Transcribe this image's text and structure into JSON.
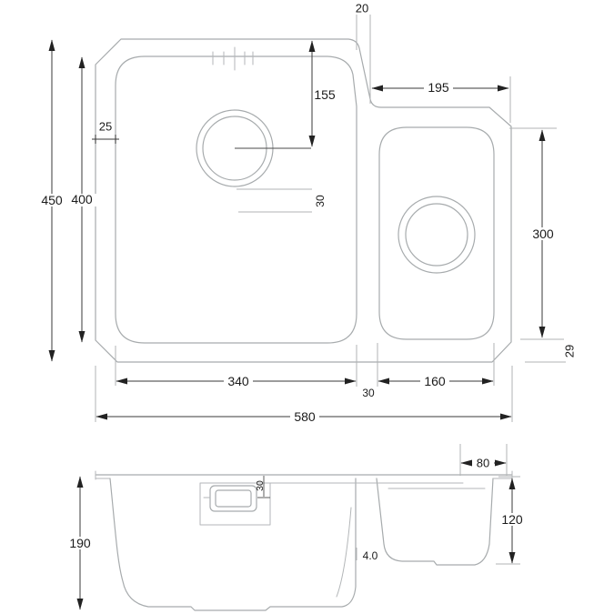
{
  "dimensions": {
    "top_view": {
      "overall_depth": "450",
      "main_bowl_inner_depth": "400",
      "left_rim": "25",
      "drain_from_top": "155",
      "drain_lines_gap": "30",
      "step_width": "20",
      "small_section_width": "195",
      "small_bowl_inner_depth": "300",
      "bottom_right_rim": "29",
      "main_bowl_width": "340",
      "divider_width": "30",
      "small_bowl_width": "160",
      "overall_width": "580"
    },
    "side_view": {
      "main_bowl_depth": "190",
      "overflow_from_rim": "30",
      "right_section_width": "80",
      "small_bowl_depth": "120",
      "wall_thickness": "4.0"
    }
  },
  "colors": {
    "geometry_line": "#a7abad",
    "dimension_line": "#3a3a3a",
    "text": "#1b1b1b",
    "background": "#ffffff"
  }
}
